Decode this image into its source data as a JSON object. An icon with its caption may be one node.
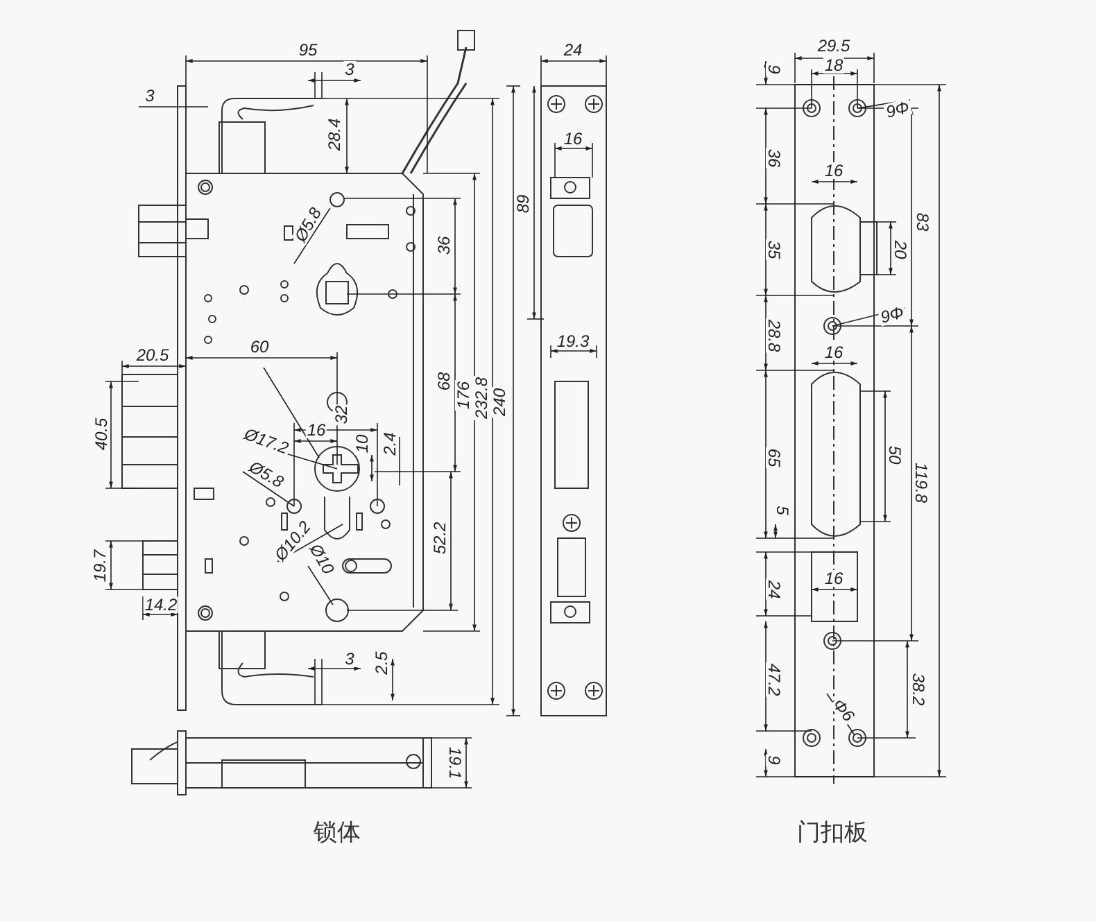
{
  "diagram": {
    "labels": [
      "95",
      "3",
      "3",
      "28.4",
      "Ø5.8",
      "36",
      "24",
      "16",
      "89",
      "19.3",
      "29.5",
      "18",
      "9",
      "9Φ",
      "36",
      "16",
      "35",
      "20",
      "83",
      "28.8",
      "9Φ",
      "60",
      "20.5",
      "16",
      "32",
      "Ø17.2",
      "16",
      "10",
      "2.4",
      "68",
      "176",
      "232.8",
      "240",
      "40.5",
      "Ø5.8",
      "65",
      "50",
      "119.8",
      "52.2",
      "5",
      "19.7",
      "Ø10.2",
      "Ø10",
      "16",
      "24",
      "14.2",
      "3",
      "2.5",
      "47.2",
      "38.2",
      "Φ6",
      "9",
      "19.1",
      "锁体",
      "门扣板"
    ]
  }
}
